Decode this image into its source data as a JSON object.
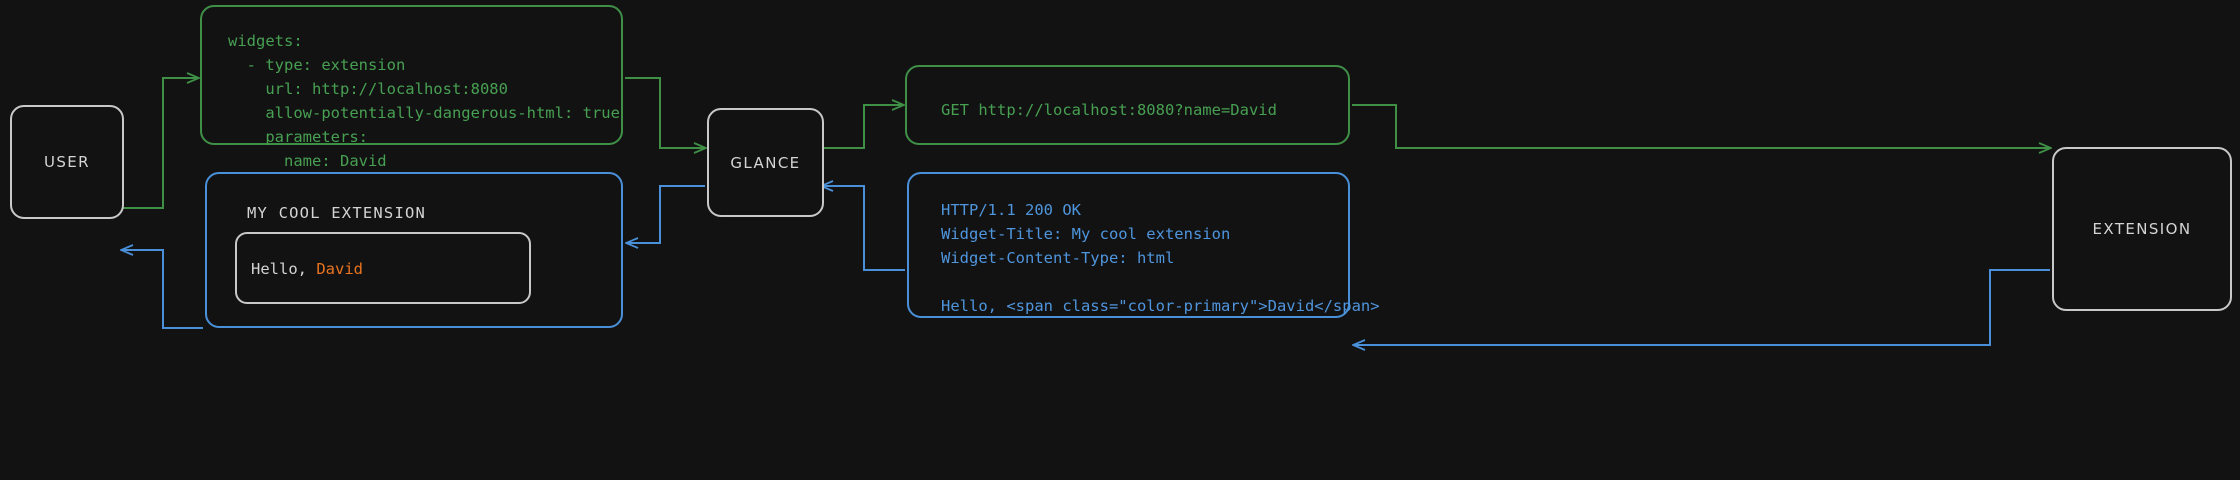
{
  "diagram": {
    "type": "sequence-flow",
    "background_color": "#121212",
    "colors": {
      "node_border": "#c8c8c8",
      "node_label": "#d4d4d4",
      "request_green": "#3f8f47",
      "request_green_text": "#47a052",
      "response_blue": "#4a90d9",
      "response_blue_text": "#4f95dd",
      "accent_orange": "#ea7420"
    },
    "nodes": [
      {
        "id": "user",
        "label": "USER"
      },
      {
        "id": "glance",
        "label": "GLANCE"
      },
      {
        "id": "extension",
        "label": "EXTENSION"
      }
    ],
    "messages": {
      "yaml_config": {
        "flow": "request",
        "color": "green",
        "text": "widgets:\n  - type: extension\n    url: http://localhost:8080\n    allow-potentially-dangerous-html: true\n    parameters:\n      name: David"
      },
      "http_request": {
        "flow": "request",
        "color": "green",
        "text": "GET http://localhost:8080?name=David"
      },
      "http_response": {
        "flow": "response",
        "color": "blue",
        "text": "HTTP/1.1 200 OK\nWidget-Title: My cool extension\nWidget-Content-Type: html\n\nHello, <span class=\"color-primary\">David</span>"
      },
      "rendered_widget": {
        "flow": "response",
        "color": "blue",
        "title": "MY COOL EXTENSION",
        "body_prefix": "Hello, ",
        "body_accent": "David"
      }
    },
    "edges": [
      {
        "from": "user",
        "to": "yaml_config",
        "color": "green",
        "arrow": true
      },
      {
        "from": "yaml_config",
        "to": "glance",
        "color": "green",
        "arrow": true
      },
      {
        "from": "glance",
        "to": "http_request",
        "color": "green",
        "arrow": true
      },
      {
        "from": "http_request",
        "to": "extension",
        "color": "green",
        "arrow": true
      },
      {
        "from": "extension",
        "to": "http_response",
        "color": "blue",
        "arrow": true
      },
      {
        "from": "http_response",
        "to": "glance",
        "color": "blue",
        "arrow": true
      },
      {
        "from": "glance",
        "to": "rendered_widget",
        "color": "blue",
        "arrow": true
      },
      {
        "from": "rendered_widget",
        "to": "user",
        "color": "blue",
        "arrow": true
      }
    ]
  }
}
